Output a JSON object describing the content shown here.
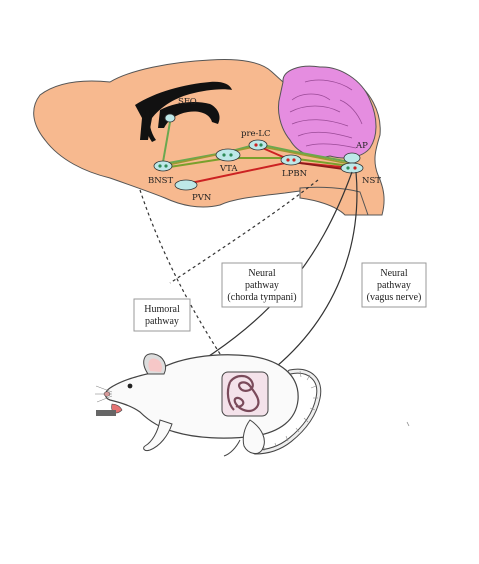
{
  "regions": {
    "sfo": "SFO",
    "ap": "AP",
    "pre_lc": "pre-LC",
    "vta": "VTA",
    "bnst": "BNST",
    "lpbn": "LPBN",
    "nst": "NST",
    "pvn": "PVN"
  },
  "pathways": {
    "humoral": [
      "Humoral",
      "pathway"
    ],
    "chorda": [
      "Neural",
      "pathway",
      "(chorda tympani)"
    ],
    "vagus": [
      "Neural",
      "pathway",
      "(vagus nerve)"
    ]
  },
  "colors": {
    "brain": "#f7b98f",
    "cerebellum": "#e58de0",
    "nucleus": "#bde8e8",
    "green_path": "#6aa84f",
    "red_path": "#cc2222",
    "dark_red_path": "#8b1a1a"
  }
}
